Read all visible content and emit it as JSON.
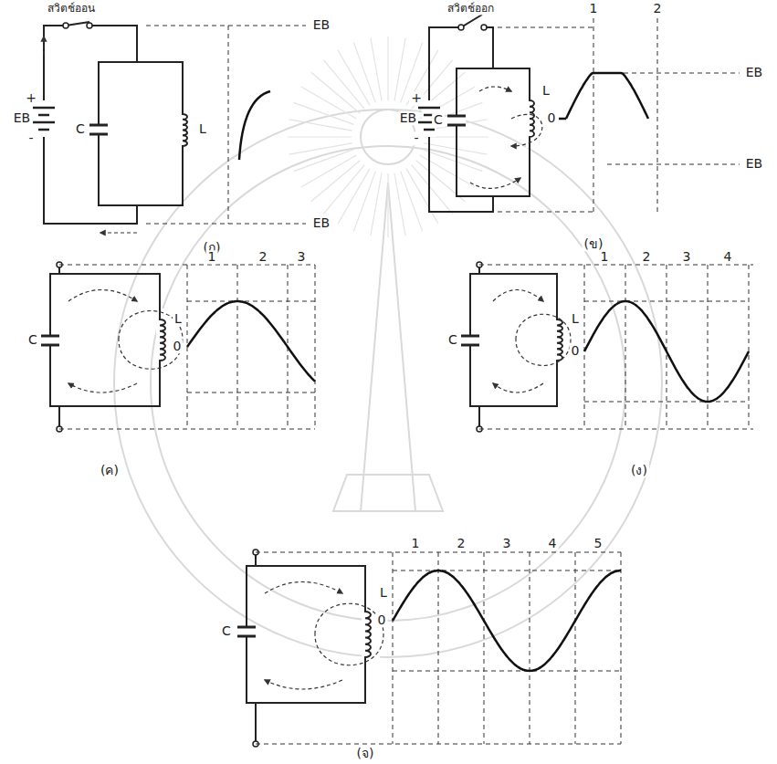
{
  "diagram": {
    "labels": [
      "สวิตช์ออน",
      "EB",
      "+",
      "-",
      "C",
      "L",
      "EB",
      "EB",
      "(ก)",
      "สวิตช์ออก",
      "EB",
      "+",
      "-",
      "C",
      "L",
      "1",
      "2",
      "0",
      "EB",
      "EB",
      "(ข)",
      "C",
      "L",
      "1",
      "2",
      "3",
      "0",
      "(ค)",
      "C",
      "L",
      "1",
      "2",
      "3",
      "4",
      "0",
      "(ง)",
      "C",
      "L",
      "1",
      "2",
      "3",
      "4",
      "5",
      "0",
      "(จ)"
    ]
  }
}
